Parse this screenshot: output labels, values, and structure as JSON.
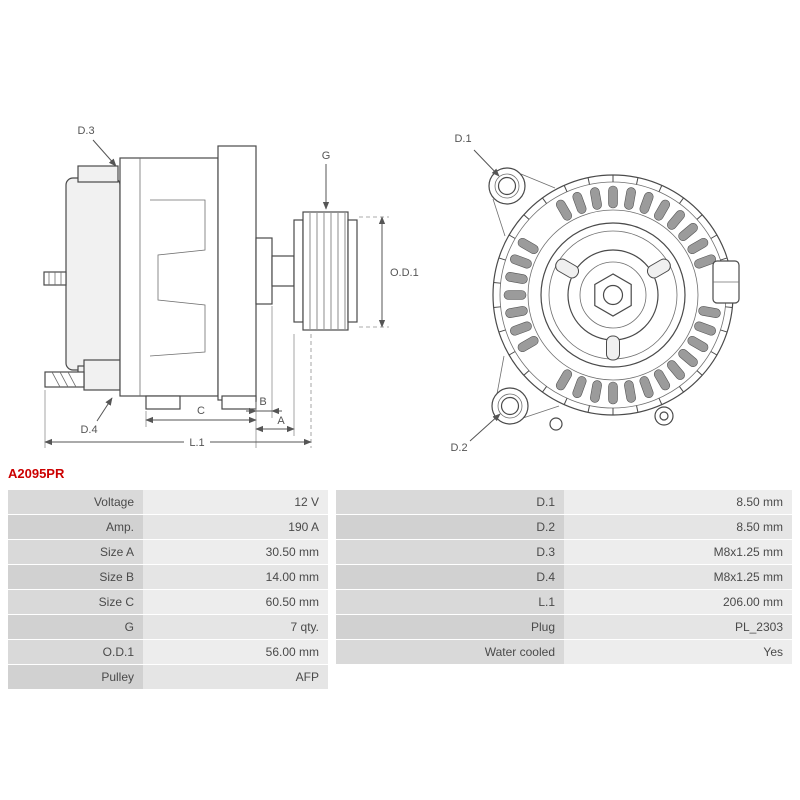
{
  "accent_red": "#cc0000",
  "product": {
    "code": "A2095PR"
  },
  "drawings": {
    "side": {
      "d3": "D.3",
      "g": "G",
      "od1": "O.D.1",
      "d4": "D.4",
      "c": "C",
      "b": "B",
      "a": "A",
      "l1": "L.1"
    },
    "front": {
      "d1": "D.1",
      "d2": "D.2"
    }
  },
  "spec_table": {
    "rows": [
      {
        "left_label": "Voltage",
        "left_value": "12 V",
        "right_label": "D.1",
        "right_value": "8.50 mm"
      },
      {
        "left_label": "Amp.",
        "left_value": "190 A",
        "right_label": "D.2",
        "right_value": "8.50 mm"
      },
      {
        "left_label": "Size A",
        "left_value": "30.50 mm",
        "right_label": "D.3",
        "right_value": "M8x1.25 mm"
      },
      {
        "left_label": "Size B",
        "left_value": "14.00 mm",
        "right_label": "D.4",
        "right_value": "M8x1.25 mm"
      },
      {
        "left_label": "Size C",
        "left_value": "60.50 mm",
        "right_label": "L.1",
        "right_value": "206.00 mm"
      },
      {
        "left_label": "G",
        "left_value": "7 qty.",
        "right_label": "Plug",
        "right_value": "PL_2303"
      },
      {
        "left_label": "O.D.1",
        "left_value": "56.00 mm",
        "right_label": "Water cooled",
        "right_value": "Yes"
      },
      {
        "left_label": "Pulley",
        "left_value": "AFP",
        "right_label": "",
        "right_value": ""
      }
    ]
  }
}
